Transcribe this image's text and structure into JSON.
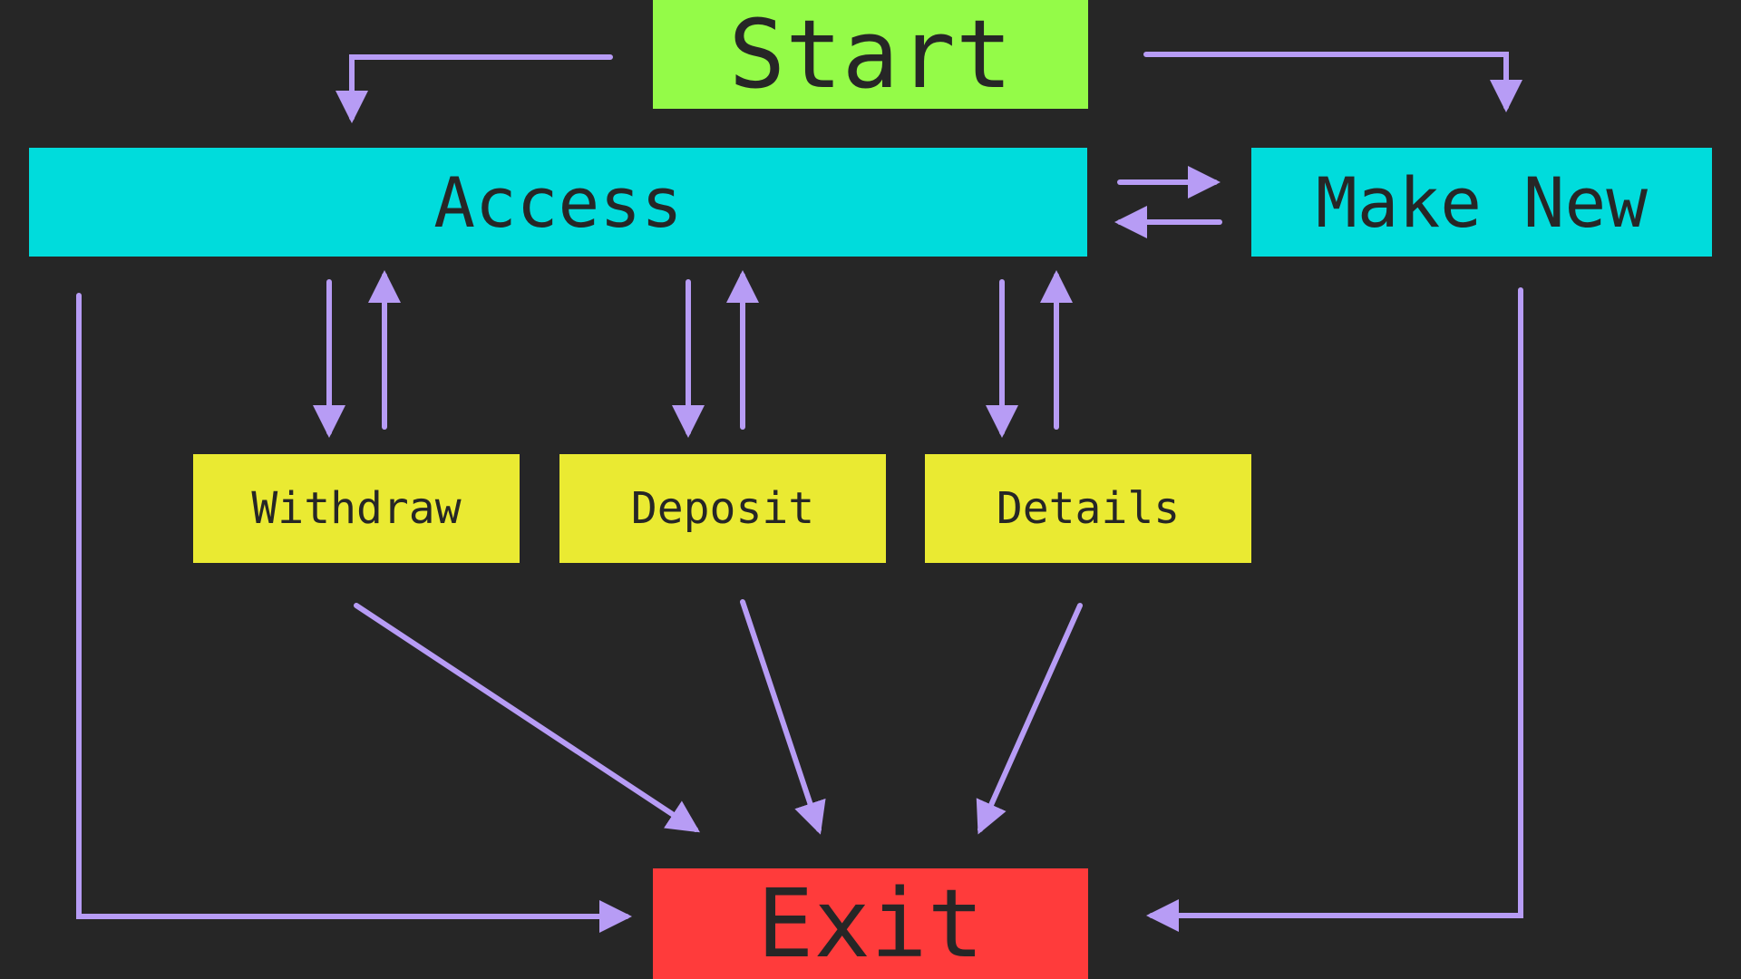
{
  "colors": {
    "background": "#262626",
    "arrow": "#b79cf5",
    "text": "#262626",
    "start": "#94fb48",
    "access": "#00dcdc",
    "make_new": "#00dcdc",
    "action": "#eaea32",
    "exit": "#ff3b3b"
  },
  "nodes": {
    "start": "Start",
    "access": "Access",
    "make_new": "Make New",
    "withdraw": "Withdraw",
    "deposit": "Deposit",
    "details": "Details",
    "exit": "Exit"
  },
  "edges": [
    {
      "from": "Start",
      "to": "Access"
    },
    {
      "from": "Start",
      "to": "Make New"
    },
    {
      "from": "Access",
      "to": "Make New"
    },
    {
      "from": "Make New",
      "to": "Access"
    },
    {
      "from": "Access",
      "to": "Withdraw"
    },
    {
      "from": "Withdraw",
      "to": "Access"
    },
    {
      "from": "Access",
      "to": "Deposit"
    },
    {
      "from": "Deposit",
      "to": "Access"
    },
    {
      "from": "Access",
      "to": "Details"
    },
    {
      "from": "Details",
      "to": "Access"
    },
    {
      "from": "Withdraw",
      "to": "Exit"
    },
    {
      "from": "Deposit",
      "to": "Exit"
    },
    {
      "from": "Details",
      "to": "Exit"
    },
    {
      "from": "Access",
      "to": "Exit"
    },
    {
      "from": "Make New",
      "to": "Exit"
    }
  ]
}
